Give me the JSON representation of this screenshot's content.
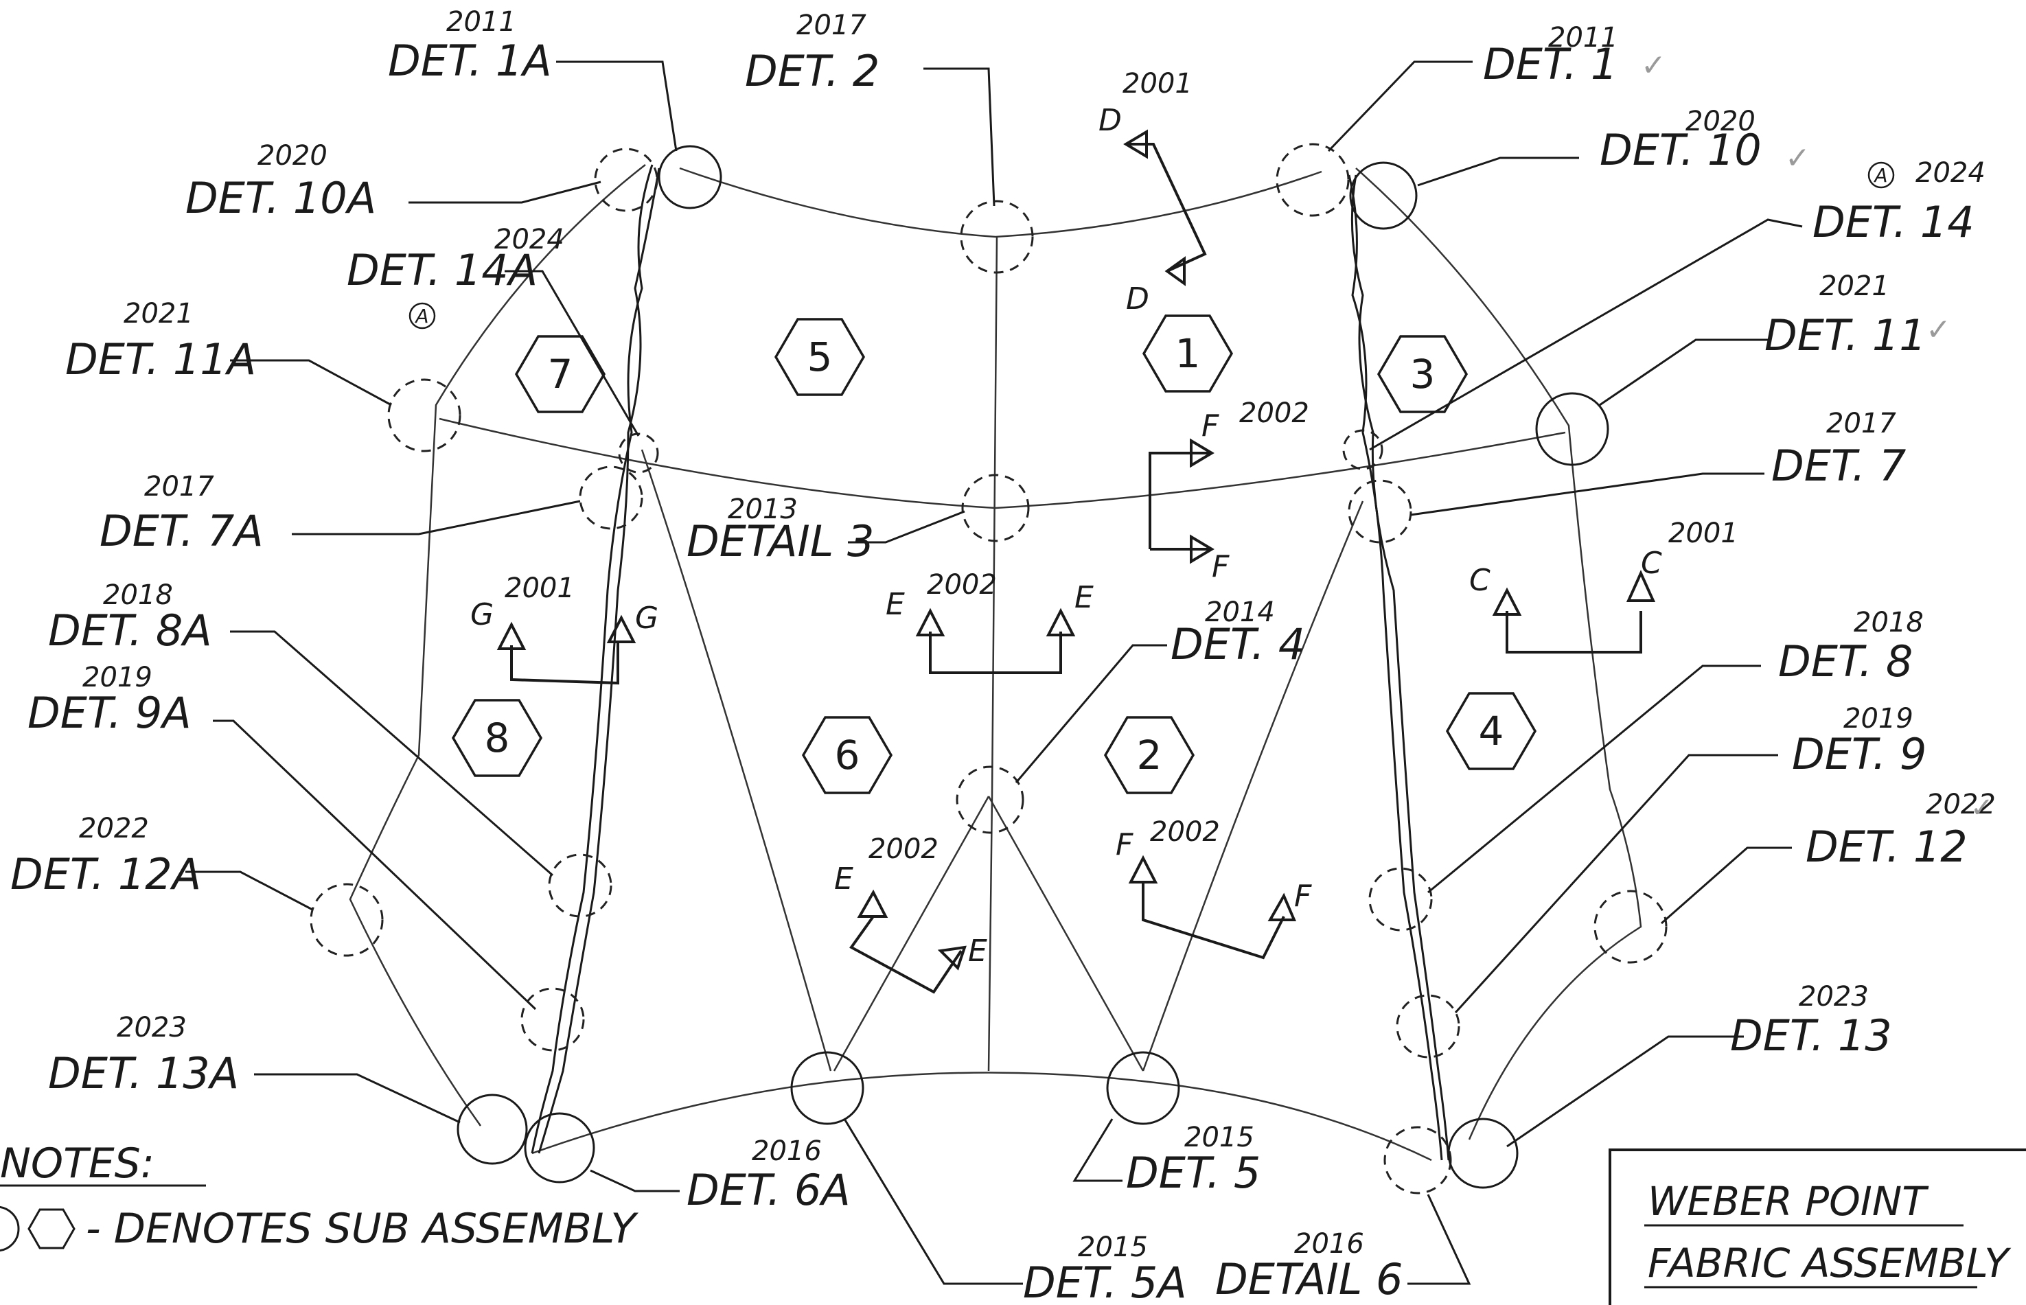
{
  "labels": {
    "det_1a": "DET. 1A",
    "det_1a_num": "2011",
    "det_2": "DET. 2",
    "det_2_num": "2017",
    "det_1": "DET. 1",
    "det_1_num": "2011",
    "det_10": "DET. 10",
    "det_10_num": "2020",
    "det_10a": "DET. 10A",
    "det_10a_num": "2020",
    "det_14": "DET. 14",
    "det_14_num": "2024",
    "det_14_rev": "A",
    "det_14a": "DET. 14A",
    "det_14a_num": "2024",
    "det_14a_rev": "A",
    "det_11a": "DET. 11A",
    "det_11a_num": "2021",
    "det_11": "DET. 11",
    "det_11_num": "2021",
    "det_7": "DET. 7",
    "det_7_num": "2017",
    "det_7a": "DET. 7A",
    "det_7a_num": "2017",
    "detail_3": "DETAIL 3",
    "detail_3_num": "2013",
    "det_4": "DET. 4",
    "det_4_num": "2014",
    "det_8a": "DET. 8A",
    "det_8a_num": "2018",
    "det_8": "DET. 8",
    "det_8_num": "2018",
    "det_9a": "DET. 9A",
    "det_9a_num": "2019",
    "det_9": "DET. 9",
    "det_9_num": "2019",
    "det_12a": "DET. 12A",
    "det_12a_num": "2022",
    "det_12": "DET. 12",
    "det_12_num": "2022",
    "det_13a": "DET. 13A",
    "det_13a_num": "2023",
    "det_13": "DET. 13",
    "det_13_num": "2023",
    "det_6a": "DET. 6A",
    "det_6a_num": "2016",
    "det_5": "DET. 5",
    "det_5_num": "2015",
    "det_5a": "DET. 5A",
    "det_5a_num": "2015",
    "detail_6": "DETAIL 6",
    "detail_6_num": "2016"
  },
  "sections": {
    "d_letter": "D",
    "d_num": "2001",
    "f_letter": "F",
    "f_num": "2002",
    "c_letter": "C",
    "c_num": "2001",
    "g_letter": "G",
    "g_num": "2001",
    "e_letter": "E",
    "e_num": "2002"
  },
  "hexagons": [
    "1",
    "2",
    "3",
    "4",
    "5",
    "6",
    "7",
    "8"
  ],
  "notes": {
    "heading": "NOTES:",
    "legend_text": "- DENOTES SUB ASSEMBLY"
  },
  "title_block": {
    "line1": "WEBER POINT",
    "line2": "FABRIC ASSEMBLY"
  },
  "colors": {
    "ink": "#1a1a1a",
    "paper": "#ffffff",
    "check_mark": "#9a9a9a"
  }
}
